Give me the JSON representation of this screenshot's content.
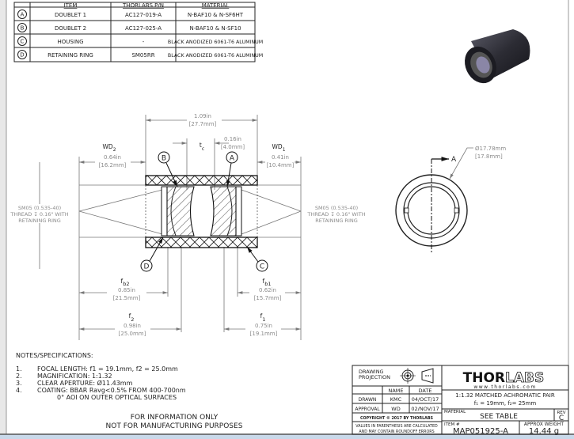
{
  "bom": {
    "headers": [
      "ITEM",
      "THORLABS P/N",
      "MATERIAL"
    ],
    "rows": [
      {
        "id": "A",
        "item": "DOUBLET 1",
        "pn": "AC127-019-A",
        "material": "N-BAF10 & N-SF6HT"
      },
      {
        "id": "B",
        "item": "DOUBLET 2",
        "pn": "AC127-025-A",
        "material": "N-BAF10 & N-SF10"
      },
      {
        "id": "C",
        "item": "HOUSING",
        "pn": "-",
        "material": "BLACK ANODIZED 6061-T6 ALUMINUM"
      },
      {
        "id": "D",
        "item": "RETAINING RING",
        "pn": "SM05RR",
        "material": "BLACK ANODIZED 6061-T6 ALUMINUM"
      }
    ]
  },
  "section": {
    "overall": {
      "in": "1.09in",
      "mm": "[27.7mm]"
    },
    "wd2": {
      "label": "WD",
      "sub": "2",
      "in": "0.64in",
      "mm": "[16.2mm]"
    },
    "tc": {
      "label": "t",
      "sub": "c",
      "in": "0.16in",
      "mm": "[4.0mm]"
    },
    "wd1": {
      "label": "WD",
      "sub": "1",
      "in": "0.41in",
      "mm": "[10.4mm]"
    },
    "thread_left": [
      "SM05 (0.535-40)",
      "THREAD ↧ 0.16\" WITH",
      "RETAINING RING"
    ],
    "thread_right": [
      "SM05 (0.535-40)",
      "THREAD ↧ 0.16\" WITH",
      "RETAINING RING"
    ],
    "fb2": {
      "label": "f",
      "sub": "b2",
      "in": "0.85in",
      "mm": "[21.5mm]"
    },
    "f2": {
      "label": "f",
      "sub": "2",
      "in": "0.98in",
      "mm": "[25.0mm]"
    },
    "fb1": {
      "label": "f",
      "sub": "b1",
      "in": "0.62in",
      "mm": "[15.7mm]"
    },
    "f1": {
      "label": "f",
      "sub": "1",
      "in": "0.75in",
      "mm": "[19.1mm]"
    },
    "balloons": [
      "A",
      "B",
      "C",
      "D"
    ]
  },
  "end_view": {
    "diameter": "Ø17.78mm",
    "diameter_alt": "[17.8mm]",
    "section_label": "A"
  },
  "notes": {
    "title": "NOTES/SPECIFICATIONS:",
    "items": [
      {
        "n": "1.",
        "text": "FOCAL LENGTH: f1 = 19.1mm, f2 = 25.0mm"
      },
      {
        "n": "2.",
        "text": "MAGNIFICATION: 1:1.32"
      },
      {
        "n": "3.",
        "text": "CLEAR APERTURE: Ø11.43mm"
      },
      {
        "n": "4.",
        "text": "COATING: BBAR Ravg<0.5% FROM  400-700nm"
      }
    ],
    "item4_cont": "0° AOI ON OUTER OPTICAL SURFACES",
    "disclaimer1": "FOR INFORMATION ONLY",
    "disclaimer2": "NOT FOR MANUFACTURING PURPOSES"
  },
  "title_block": {
    "projection_label1": "DRAWING",
    "projection_label2": "PROJECTION",
    "name_header": "NAME",
    "date_header": "DATE",
    "drawn_label": "DRAWN",
    "drawn_name": "KMC",
    "drawn_date": "04/OCT/17",
    "approval_label": "APPROVAL",
    "approval_name": "WD",
    "approval_date": "02/NOV/17",
    "copyright": "COPYRIGHT © 2017 BY THORLABS",
    "values_note1": "VALUES IN PARENTHESIS ARE CALCULATED",
    "values_note2": "AND MAY CONTAIN ROUNDOFF ERRORS",
    "logo_bold": "THOR",
    "logo_outline": "LABS",
    "website": "www.thorlabs.com",
    "description1": "1:1.32 MATCHED ACHROMATIC PAIR",
    "description2": "f₁ = 19mm, f₂= 25mm",
    "material_label": "MATERIAL",
    "material_value": "SEE TABLE",
    "rev_label": "REV",
    "rev_value": "C",
    "item_label": "ITEM #",
    "item_value": "MAP051925-A",
    "weight_label": "APPROX WEIGHT",
    "weight_value": "14.44 g"
  }
}
